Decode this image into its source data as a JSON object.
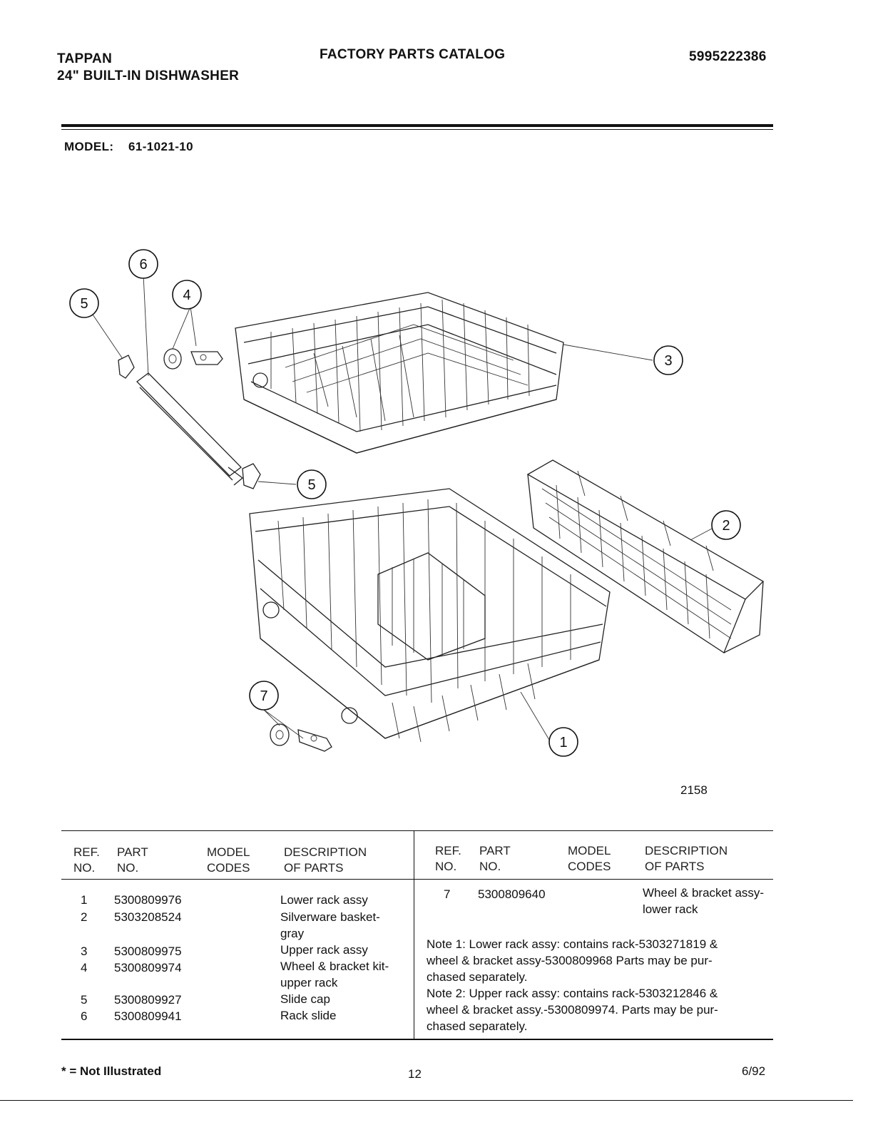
{
  "header": {
    "brand": "TAPPAN",
    "product": "24\" BUILT-IN DISHWASHER",
    "catalog_title": "FACTORY PARTS CATALOG",
    "catalog_number": "5995222386",
    "model_label": "MODEL:",
    "model_number": "61-1021-10"
  },
  "diagram": {
    "figure_number": "2158",
    "callouts": [
      "1",
      "2",
      "3",
      "4",
      "5",
      "5",
      "6",
      "7"
    ]
  },
  "table": {
    "columns_left": [
      {
        "line1": "REF.",
        "line2": "NO."
      },
      {
        "line1": "PART",
        "line2": "NO."
      },
      {
        "line1": "MODEL",
        "line2": "CODES"
      },
      {
        "line1": "DESCRIPTION",
        "line2": "OF PARTS"
      }
    ],
    "columns_right": [
      {
        "line1": "REF.",
        "line2": "NO."
      },
      {
        "line1": "PART",
        "line2": "NO."
      },
      {
        "line1": "MODEL",
        "line2": "CODES"
      },
      {
        "line1": "DESCRIPTION",
        "line2": "OF PARTS"
      }
    ],
    "rows_left": [
      {
        "ref": "1",
        "part": "5300809976",
        "desc1": "Lower rack assy",
        "desc2": ""
      },
      {
        "ref": "2",
        "part": "5303208524",
        "desc1": "Silverware basket-",
        "desc2": "gray"
      },
      {
        "ref": "3",
        "part": "5300809975",
        "desc1": "Upper rack assy",
        "desc2": ""
      },
      {
        "ref": "4",
        "part": "5300809974",
        "desc1": "Wheel & bracket kit-",
        "desc2": "upper rack"
      },
      {
        "ref": "5",
        "part": "5300809927",
        "desc1": "Slide cap",
        "desc2": ""
      },
      {
        "ref": "6",
        "part": "5300809941",
        "desc1": "Rack slide",
        "desc2": ""
      }
    ],
    "rows_right": [
      {
        "ref": "7",
        "part": "5300809640",
        "desc1": "Wheel & bracket assy-",
        "desc2": "lower rack"
      }
    ],
    "notes": [
      "Note 1: Lower rack assy: contains rack-5303271819 &",
      "wheel & bracket assy-5300809968 Parts may be pur-",
      "chased separately.",
      "Note 2: Upper rack assy: contains rack-5303212846 &",
      "wheel & bracket assy.-5300809974.  Parts may be pur-",
      "chased separately."
    ]
  },
  "footer": {
    "legend": "* = Not Illustrated",
    "page": "12",
    "date": "6/92"
  }
}
